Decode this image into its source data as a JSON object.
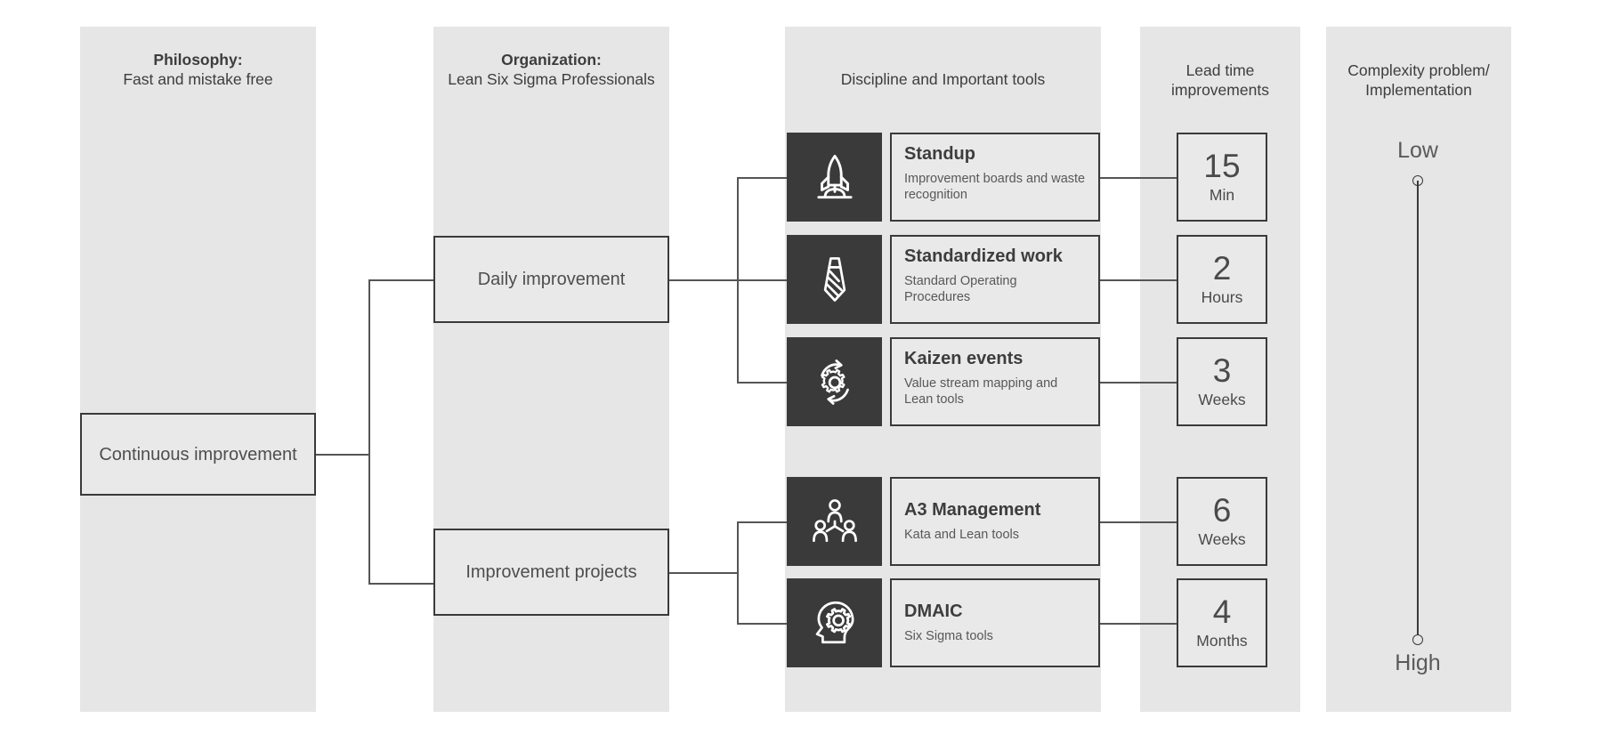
{
  "columns": [
    {
      "id": "philosophy",
      "title_bold": "Philosophy:",
      "title_plain": "Fast and mistake free"
    },
    {
      "id": "organization",
      "title_bold": "Organization:",
      "title_plain": "Lean Six Sigma Professionals"
    },
    {
      "id": "discipline",
      "title_bold": "",
      "title_plain": "Discipline and Important tools"
    },
    {
      "id": "leadtime",
      "title_bold": "Lead time",
      "title_plain": "improvements"
    },
    {
      "id": "complexity",
      "title_bold": "Complexity problem/",
      "title_plain": "Implementation"
    }
  ],
  "root": {
    "label": "Continuous improvement"
  },
  "branches": [
    {
      "id": "daily",
      "label": "Daily improvement"
    },
    {
      "id": "projects",
      "label": "Improvement projects"
    }
  ],
  "tools": [
    {
      "icon": "rocket-icon",
      "title": "Standup",
      "subtitle": "Improvement boards and waste recognition",
      "lead_value": "15",
      "lead_unit": "Min",
      "branch": "daily"
    },
    {
      "icon": "necktie-icon",
      "title": "Standardized work",
      "subtitle": "Standard Operating Procedures",
      "lead_value": "2",
      "lead_unit": "Hours",
      "branch": "daily"
    },
    {
      "icon": "gear-cycle-icon",
      "title": "Kaizen events",
      "subtitle": "Value stream mapping and Lean tools",
      "lead_value": "3",
      "lead_unit": "Weeks",
      "branch": "daily"
    },
    {
      "icon": "team-icon",
      "title": "A3 Management",
      "subtitle": "Kata and Lean tools",
      "lead_value": "6",
      "lead_unit": "Weeks",
      "branch": "projects"
    },
    {
      "icon": "head-gear-icon",
      "title": "DMAIC",
      "subtitle": "Six Sigma tools",
      "lead_value": "4",
      "lead_unit": "Months",
      "branch": "projects"
    }
  ],
  "complexity_axis": {
    "top_label": "Low",
    "bottom_label": "High"
  },
  "colors": {
    "column_bg": "#e6e6e6",
    "node_bg": "#e9e9e9",
    "stroke": "#3a3a3a",
    "icon_tile": "#3a3a3a",
    "icon_glyph": "#ffffff",
    "text": "#4a4a4a",
    "connector": "#555555"
  }
}
